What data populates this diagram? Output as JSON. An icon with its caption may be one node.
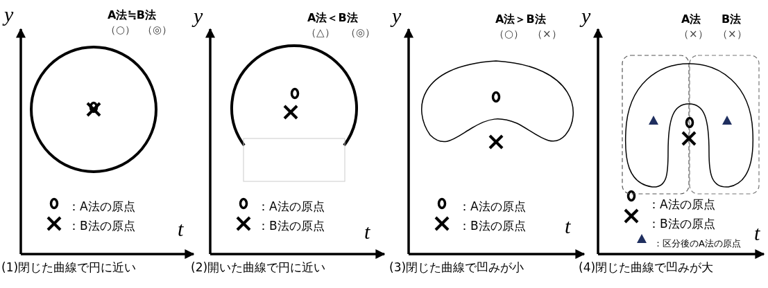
{
  "diagram": {
    "labels": [
      "A法≒B法",
      "（○）",
      "（◎）",
      "y",
      "：A法の原点",
      "：B法の原点",
      "t",
      "(1)閉じた曲線で円に近い",
      "A法＜B法",
      "（△）",
      "（◎）",
      "y",
      "：A法の原点",
      "：B法の原点",
      "t",
      "(2)開いた曲線で円に近い",
      "A法＞B法",
      "（○）",
      "（×）",
      "y",
      "：A法の原点",
      "：B法の原点",
      "t",
      "(3)閉じた曲線で凹みが小",
      "A法",
      "B法",
      "（×）",
      "（×）",
      "y",
      "：A法の原点",
      "：B法の原点",
      "：区分後のA法の原点",
      "t",
      "(4)閉じた曲線で凹みが大"
    ]
  }
}
